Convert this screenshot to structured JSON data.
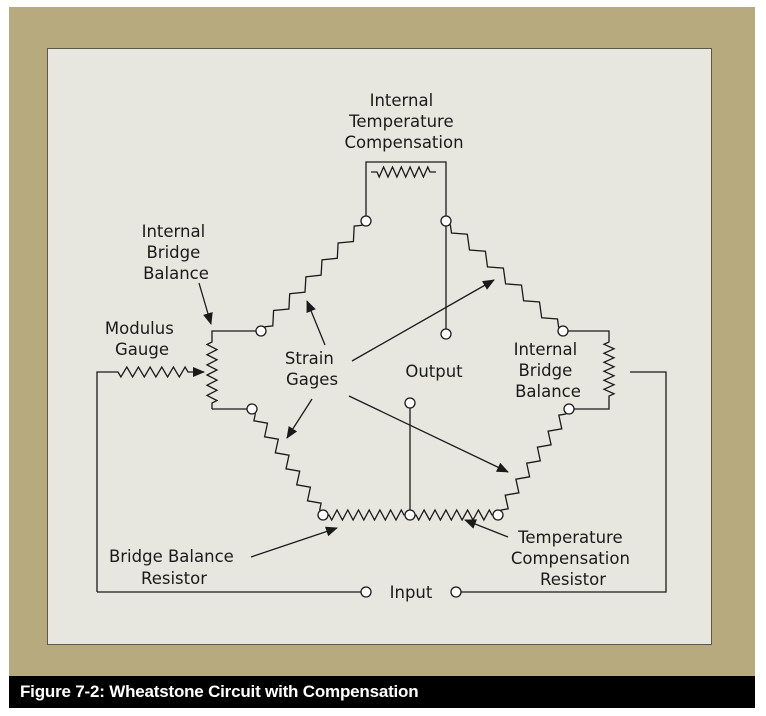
{
  "caption": "Figure 7-2: Wheatstone Circuit with Compensation",
  "labels": {
    "internal_temp_comp": [
      "Internal",
      "Temperature",
      "Compensation"
    ],
    "internal_bridge_balance_left": [
      "Internal",
      "Bridge",
      "Balance"
    ],
    "modulus_gauge": [
      "Modulus",
      "Gauge"
    ],
    "strain_gages": [
      "Strain",
      "Gages"
    ],
    "output": "Output",
    "internal_bridge_balance_right": [
      "Internal",
      "Bridge",
      "Balance"
    ],
    "bridge_balance_resistor": [
      "Bridge Balance",
      "Resistor"
    ],
    "temp_comp_resistor": [
      "Temperature",
      "Compensation",
      "Resistor"
    ],
    "input": "Input"
  },
  "colors": {
    "frame": "#b7aa7e",
    "panel": "#e8e7df",
    "caption_bar": "#000000",
    "ink": "#1a1a1a"
  }
}
